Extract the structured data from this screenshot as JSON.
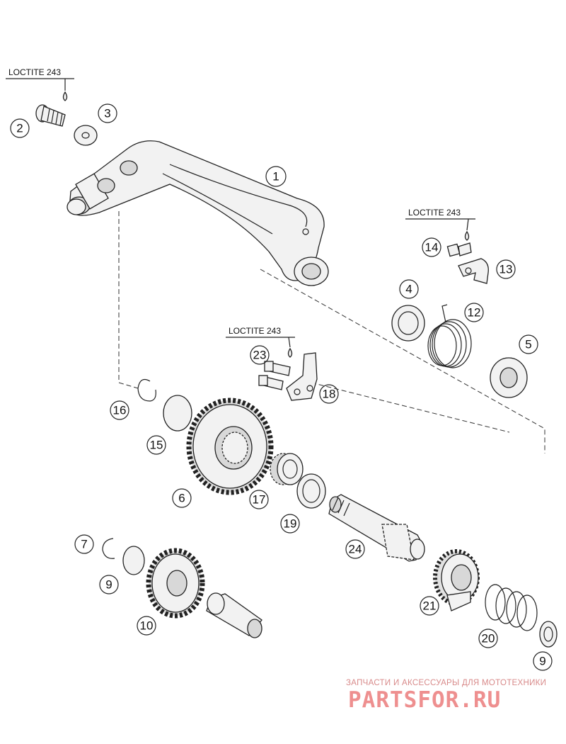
{
  "diagram": {
    "loctite_labels": [
      "LOCTITE 243",
      "LOCTITE 243",
      "LOCTITE 243"
    ],
    "callouts": [
      "1",
      "2",
      "3",
      "4",
      "5",
      "6",
      "7",
      "9",
      "9",
      "10",
      "12",
      "13",
      "14",
      "15",
      "16",
      "17",
      "18",
      "19",
      "20",
      "21",
      "23",
      "24"
    ]
  },
  "watermark": {
    "subtitle": "ЗАПЧАСТИ И АКСЕССУАРЫ ДЛЯ МОТОТЕХНИКИ",
    "brand": "PARTSFOR.RU"
  }
}
